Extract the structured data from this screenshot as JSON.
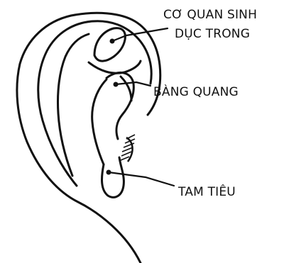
{
  "diagram": {
    "labels": {
      "co_quan_sinh_duc_trong_line1": "CƠ QUAN SINH",
      "co_quan_sinh_duc_trong_line2": "DỤC TRONG",
      "bang_quang": "BÀNG QUANG",
      "tam_tieu": "TAM TIÊU"
    },
    "colors": {
      "ink": "#111111",
      "background": "#ffffff"
    }
  }
}
